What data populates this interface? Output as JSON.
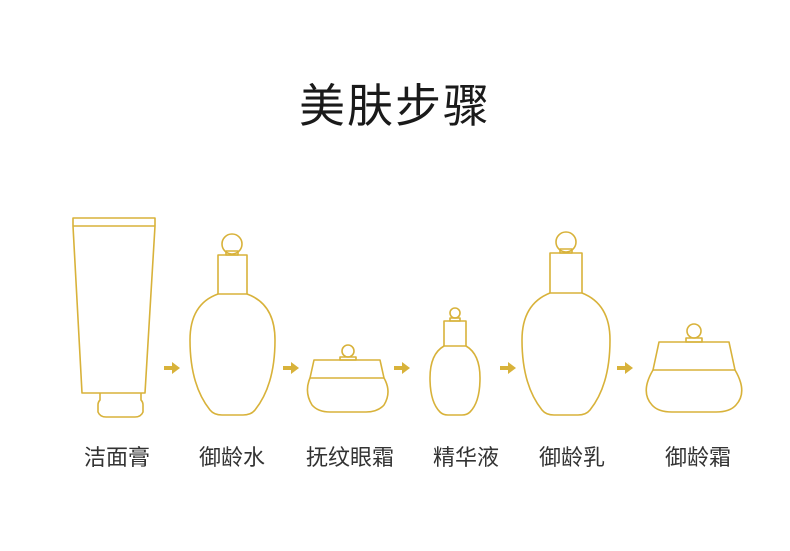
{
  "title": "美肤步骤",
  "steps": [
    {
      "label": "洁面膏",
      "icon": "cleanser-tube-icon"
    },
    {
      "label": "御龄水",
      "icon": "toner-bottle-icon"
    },
    {
      "label": "抚纹眼霜",
      "icon": "eye-cream-jar-icon"
    },
    {
      "label": "精华液",
      "icon": "serum-bottle-icon"
    },
    {
      "label": "御龄乳",
      "icon": "emulsion-bottle-icon"
    },
    {
      "label": "御龄霜",
      "icon": "face-cream-jar-icon"
    }
  ],
  "colors": {
    "outline": "#d8b23a",
    "arrow": "#d8b23a",
    "text": "#333333"
  }
}
